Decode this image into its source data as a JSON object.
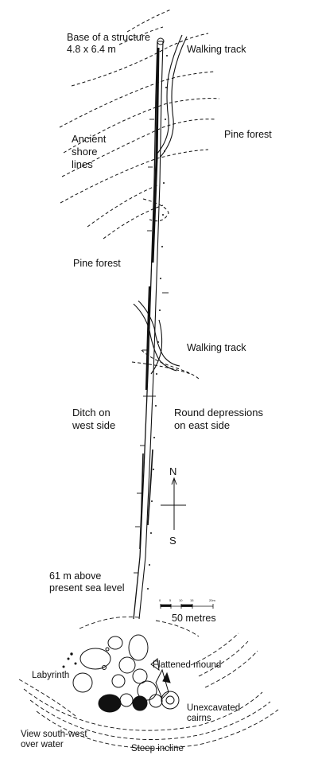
{
  "labels": {
    "base_structure": "Base of a structure\n4.8 x 6.4 m",
    "walking_track_top": "Walking track",
    "pine_forest_right": "Pine forest",
    "ancient_shore_lines": "Ancient\nshore\nlines",
    "pine_forest_left": "Pine forest",
    "walking_track_mid": "Walking track",
    "ditch_west": "Ditch on\nwest side",
    "round_depressions_east": "Round depressions\non east side",
    "elevation": "61 m above\npresent sea level",
    "scale": "50 metres",
    "labyrinth": "Labyrinth",
    "flattened_mound": "Flattened mound",
    "unexcavated_cairns": "Unexcavated\ncairns",
    "view_south_west": "View south-west\nover water",
    "steep_incline": "Steep incline"
  },
  "compass": {
    "north": "N",
    "south": "S"
  },
  "scale_bar": {
    "length_metres": 50,
    "ticks": [
      "0",
      "5",
      "10",
      "15",
      "20m"
    ]
  },
  "colors": {
    "ink": "#111111",
    "background": "#ffffff"
  }
}
